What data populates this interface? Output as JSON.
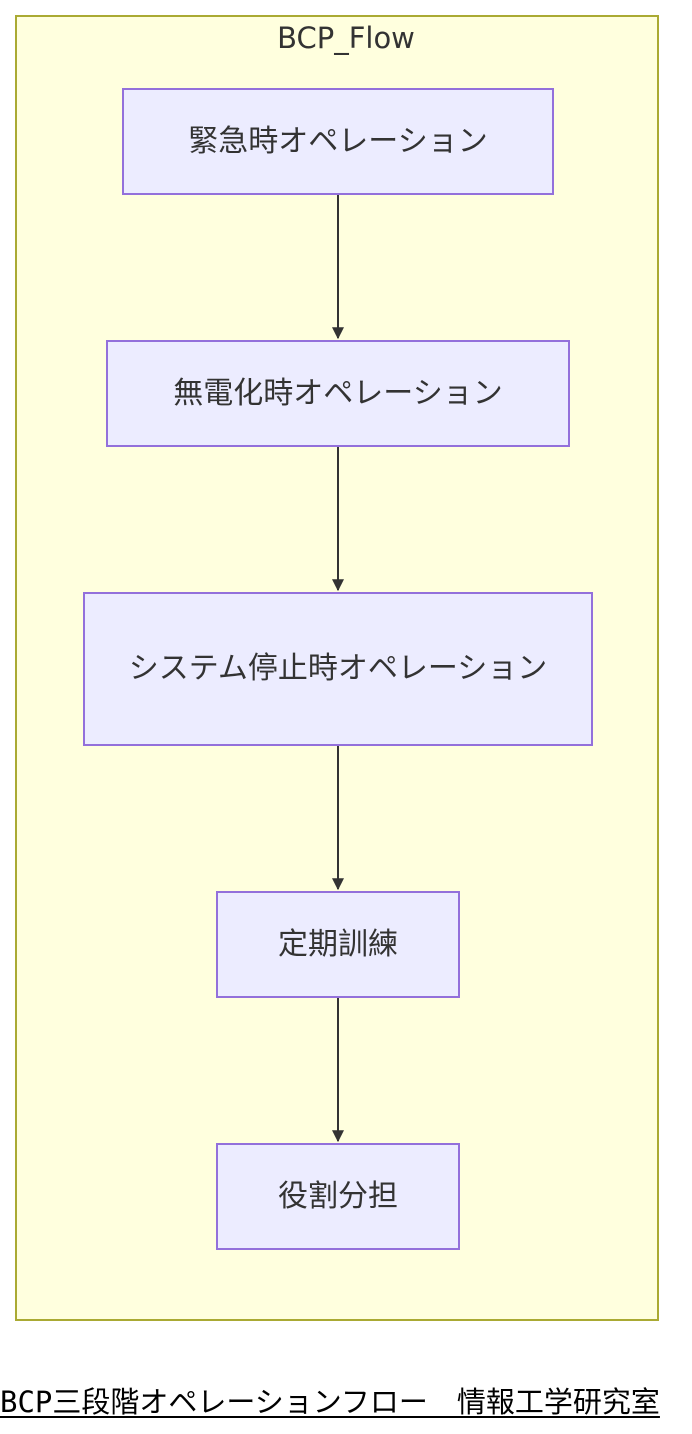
{
  "subgraph": {
    "title": "BCP_Flow"
  },
  "nodes": [
    {
      "id": "n1",
      "label": "緊急時オペレーション"
    },
    {
      "id": "n2",
      "label": "無電化時オペレーション"
    },
    {
      "id": "n3",
      "label": "システム停止時オペレーション"
    },
    {
      "id": "n4",
      "label": "定期訓練"
    },
    {
      "id": "n5",
      "label": "役割分担"
    }
  ],
  "edges": [
    {
      "from": "n1",
      "to": "n2"
    },
    {
      "from": "n2",
      "to": "n3"
    },
    {
      "from": "n3",
      "to": "n4"
    },
    {
      "from": "n4",
      "to": "n5"
    }
  ],
  "caption": "BCP三段階オペレーションフロー　情報工学研究室",
  "colors": {
    "subgraph_fill": "#ffffde",
    "subgraph_stroke": "#aaaa33",
    "node_fill": "#ececff",
    "node_stroke": "#9370db",
    "edge": "#333333"
  }
}
